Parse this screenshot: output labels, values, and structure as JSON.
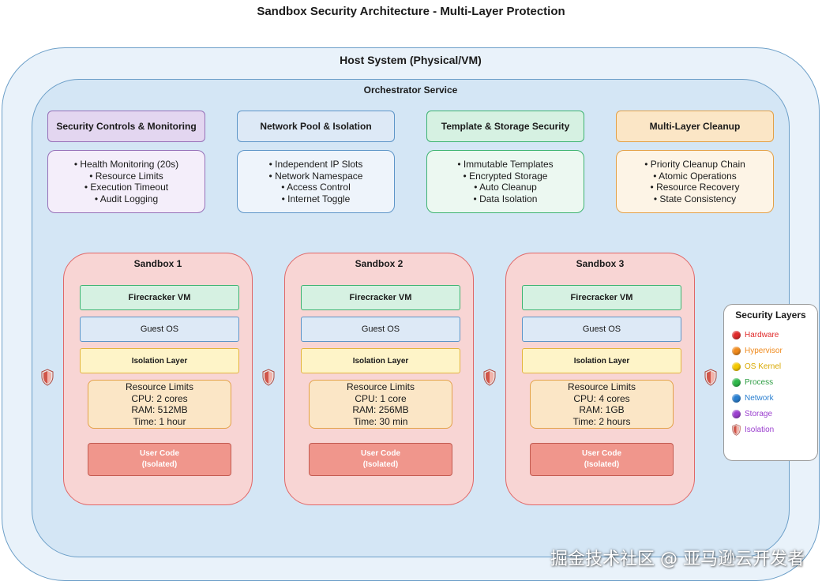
{
  "title": "Sandbox Security Architecture - Multi-Layer Protection",
  "host_label": "Host System (Physical/VM)",
  "orchestrator_label": "Orchestrator Service",
  "services": [
    {
      "title": "Security Controls & Monitoring",
      "items": [
        "• Health Monitoring (20s)",
        "• Resource Limits",
        "• Execution Timeout",
        "• Audit Logging"
      ]
    },
    {
      "title": "Network Pool & Isolation",
      "items": [
        "• Independent IP Slots",
        "• Network Namespace",
        "• Access Control",
        "• Internet Toggle"
      ]
    },
    {
      "title": "Template & Storage Security",
      "items": [
        "• Immutable Templates",
        "• Encrypted Storage",
        "• Auto Cleanup",
        "• Data Isolation"
      ]
    },
    {
      "title": "Multi-Layer Cleanup",
      "items": [
        "• Priority Cleanup Chain",
        "• Atomic Operations",
        "• Resource Recovery",
        "• State Consistency"
      ]
    }
  ],
  "sandboxes": [
    {
      "title": "Sandbox 1",
      "vm": "Firecracker VM",
      "os": "Guest OS",
      "isolation": "Isolation Layer",
      "limits": {
        "heading": "Resource Limits",
        "cpu": "CPU: 2 cores",
        "ram": "RAM: 512MB",
        "time": "Time: 1 hour"
      },
      "user_code": [
        "User Code",
        "(Isolated)"
      ]
    },
    {
      "title": "Sandbox 2",
      "vm": "Firecracker VM",
      "os": "Guest OS",
      "isolation": "Isolation Layer",
      "limits": {
        "heading": "Resource Limits",
        "cpu": "CPU: 1 core",
        "ram": "RAM: 256MB",
        "time": "Time: 30 min"
      },
      "user_code": [
        "User Code",
        "(Isolated)"
      ]
    },
    {
      "title": "Sandbox 3",
      "vm": "Firecracker VM",
      "os": "Guest OS",
      "isolation": "Isolation Layer",
      "limits": {
        "heading": "Resource Limits",
        "cpu": "CPU: 4 cores",
        "ram": "RAM: 1GB",
        "time": "Time: 2 hours"
      },
      "user_code": [
        "User Code",
        "(Isolated)"
      ]
    }
  ],
  "legend": {
    "title": "Security Layers",
    "items": [
      {
        "label": "Hardware",
        "color": "#e02b2b",
        "icon": "red-circle-icon"
      },
      {
        "label": "Hypervisor",
        "color": "#f08a1c",
        "icon": "orange-circle-icon"
      },
      {
        "label": "OS Kernel",
        "color": "#f5c800",
        "icon": "yellow-circle-icon"
      },
      {
        "label": "Process",
        "color": "#2eb84a",
        "icon": "green-circle-icon"
      },
      {
        "label": "Network",
        "color": "#2a7fd0",
        "icon": "blue-circle-icon"
      },
      {
        "label": "Storage",
        "color": "#9b3fcf",
        "icon": "purple-circle-icon"
      },
      {
        "label": "Isolation",
        "color": "#c8645a",
        "icon": "shield-icon"
      }
    ]
  },
  "watermark": "掘金技术社区 @ 亚马逊云开发者"
}
